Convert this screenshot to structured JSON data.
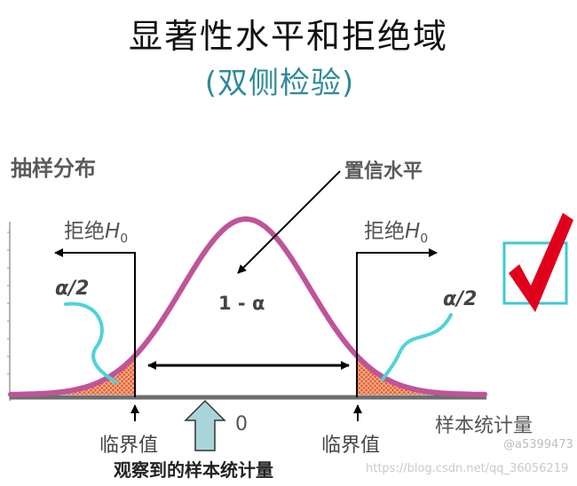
{
  "title": "显著性水平和拒绝域",
  "subtitle": "(双侧检验)",
  "labels": {
    "sampling_distribution": "抽样分布",
    "confidence_level": "置信水平",
    "reject_h0_prefix": "拒绝",
    "reject_h0_var": "H",
    "reject_h0_sub": "0",
    "alpha_half": "α/2",
    "one_minus_alpha": "1 - α",
    "zero": "0",
    "critical_value": "临界值",
    "sample_statistic": "样本统计量",
    "observed_statistic": "观察到的样本统计量"
  },
  "watermark": {
    "handle": "@a5399473",
    "url": "https://blog.csdn.net/qq_36056219"
  },
  "colors": {
    "curve": "#c0549a",
    "tail_fill": "#e65c2e",
    "callout": "#4fd3d8",
    "up_arrow": "#a8d4da",
    "checkmark": "#e0001b",
    "check_frame": "#3ec9d6"
  }
}
